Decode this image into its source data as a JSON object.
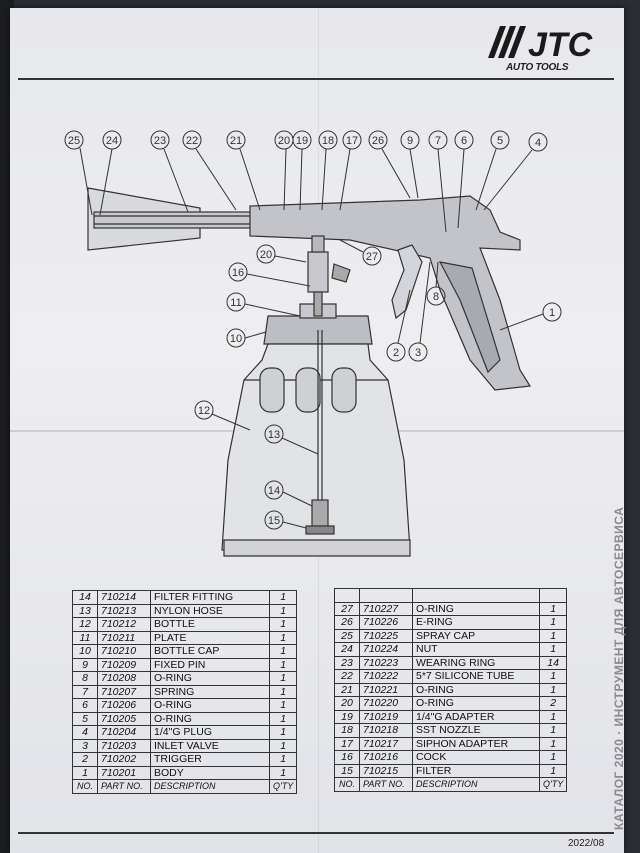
{
  "brand": {
    "logo": "JTC",
    "subtitle": "AUTO TOOLS"
  },
  "side_text": "КАТАЛОГ 2020 · ИНСТРУМЕНТ ДЛЯ АВТОСЕРВИСА",
  "date": "2022/08",
  "callouts": [
    "25",
    "24",
    "23",
    "22",
    "21",
    "20",
    "19",
    "18",
    "17",
    "26",
    "9",
    "7",
    "6",
    "5",
    "4",
    "20",
    "16",
    "11",
    "10",
    "12",
    "13",
    "14",
    "15",
    "8",
    "1",
    "2",
    "3",
    "27"
  ],
  "table_headers": {
    "no": "NO.",
    "part_no": "PART NO.",
    "description": "DESCRIPTION",
    "qty": "Q'TY"
  },
  "parts_left": [
    {
      "no": "14",
      "part": "710214",
      "desc": "FILTER FITTING",
      "qty": "1"
    },
    {
      "no": "13",
      "part": "710213",
      "desc": "NYLON HOSE",
      "qty": "1"
    },
    {
      "no": "12",
      "part": "710212",
      "desc": "BOTTLE",
      "qty": "1"
    },
    {
      "no": "11",
      "part": "710211",
      "desc": "PLATE",
      "qty": "1"
    },
    {
      "no": "10",
      "part": "710210",
      "desc": "BOTTLE CAP",
      "qty": "1"
    },
    {
      "no": "9",
      "part": "710209",
      "desc": "FIXED PIN",
      "qty": "1"
    },
    {
      "no": "8",
      "part": "710208",
      "desc": "O-RING",
      "qty": "1"
    },
    {
      "no": "7",
      "part": "710207",
      "desc": "SPRING",
      "qty": "1"
    },
    {
      "no": "6",
      "part": "710206",
      "desc": "O-RING",
      "qty": "1"
    },
    {
      "no": "5",
      "part": "710205",
      "desc": "O-RING",
      "qty": "1"
    },
    {
      "no": "4",
      "part": "710204",
      "desc": "1/4\"G PLUG",
      "qty": "1"
    },
    {
      "no": "3",
      "part": "710203",
      "desc": "INLET VALVE",
      "qty": "1"
    },
    {
      "no": "2",
      "part": "710202",
      "desc": "TRIGGER",
      "qty": "1"
    },
    {
      "no": "1",
      "part": "710201",
      "desc": "BODY",
      "qty": "1"
    }
  ],
  "parts_right": [
    {
      "no": "",
      "part": "",
      "desc": "",
      "qty": ""
    },
    {
      "no": "27",
      "part": "710227",
      "desc": "O-RING",
      "qty": "1"
    },
    {
      "no": "26",
      "part": "710226",
      "desc": "E-RING",
      "qty": "1"
    },
    {
      "no": "25",
      "part": "710225",
      "desc": "SPRAY CAP",
      "qty": "1"
    },
    {
      "no": "24",
      "part": "710224",
      "desc": "NUT",
      "qty": "1"
    },
    {
      "no": "23",
      "part": "710223",
      "desc": "WEARING RING",
      "qty": "14"
    },
    {
      "no": "22",
      "part": "710222",
      "desc": "5*7 SILICONE TUBE",
      "qty": "1"
    },
    {
      "no": "21",
      "part": "710221",
      "desc": "O-RING",
      "qty": "1"
    },
    {
      "no": "20",
      "part": "710220",
      "desc": "O-RING",
      "qty": "2"
    },
    {
      "no": "19",
      "part": "710219",
      "desc": "1/4\"G ADAPTER",
      "qty": "1"
    },
    {
      "no": "18",
      "part": "710218",
      "desc": "SST NOZZLE",
      "qty": "1"
    },
    {
      "no": "17",
      "part": "710217",
      "desc": "SIPHON ADAPTER",
      "qty": "1"
    },
    {
      "no": "16",
      "part": "710216",
      "desc": "COCK",
      "qty": "1"
    },
    {
      "no": "15",
      "part": "710215",
      "desc": "FILTER",
      "qty": "1"
    }
  ]
}
